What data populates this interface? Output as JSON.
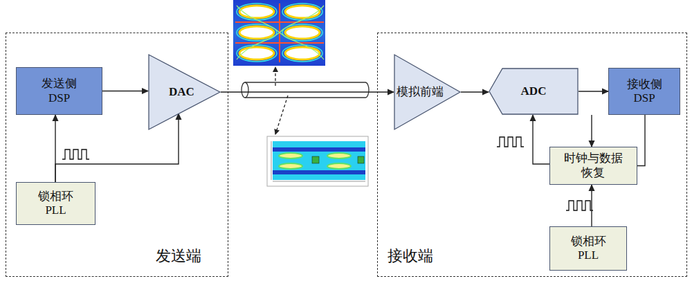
{
  "diagram": {
    "nodes": [
      {
        "text": [
          "发送端"
        ]
      },
      {
        "text": [
          "发送侧 DSP"
        ],
        "in": 0
      },
      {
        "text": [
          "DAC"
        ],
        "in": 0
      },
      {
        "text": [
          "锁相环 PLL"
        ],
        "in": 0
      },
      {
        "text": [
          "接收端"
        ]
      },
      {
        "text": [
          "模拟前端"
        ],
        "in": 4
      },
      {
        "text": [
          "ADC"
        ],
        "in": 4
      },
      {
        "text": [
          "接收侧 DSP"
        ],
        "in": 4
      },
      {
        "text": [
          "时钟与数据 恢复"
        ],
        "in": 4
      },
      {
        "text": [
          "锁相环 PLL"
        ],
        "in": 4
      }
    ],
    "edges": [
      {
        "from": 1,
        "to": 2,
        "arrow": "to"
      },
      {
        "from": 3,
        "to": 1,
        "arrow": "to"
      },
      {
        "from": 3,
        "to": 2,
        "arrow": "to"
      },
      {
        "from": 2,
        "to": 5,
        "arrow": "to"
      },
      {
        "from": 5,
        "to": 6,
        "arrow": "to"
      },
      {
        "from": 6,
        "to": 7,
        "arrow": "to"
      },
      {
        "from": 6,
        "to": 8,
        "arrow": "to"
      },
      {
        "from": 8,
        "to": 6,
        "arrow": "to"
      },
      {
        "from": 8,
        "to": 7,
        "arrow": "none"
      },
      {
        "from": 9,
        "to": 8,
        "arrow": "to"
      }
    ]
  }
}
